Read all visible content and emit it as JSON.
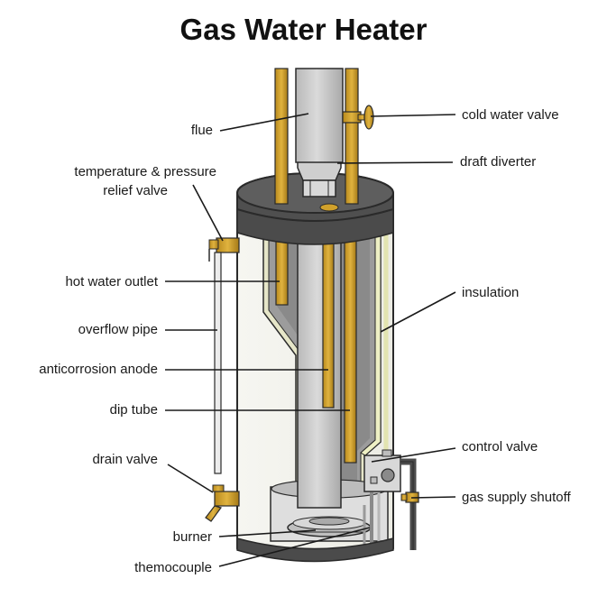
{
  "title": "Gas Water Heater",
  "labels": {
    "flue": "flue",
    "tpr_line1": "temperature & pressure",
    "tpr_line2": "relief valve",
    "hot_water_outlet": "hot water outlet",
    "overflow_pipe": "overflow pipe",
    "anticorrosion_anode": "anticorrosion anode",
    "dip_tube": "dip tube",
    "drain_valve": "drain valve",
    "burner": "burner",
    "thermocouple": "themocouple",
    "cold_water_valve": "cold water valve",
    "draft_diverter": "draft diverter",
    "insulation": "insulation",
    "control_valve": "control valve",
    "gas_supply_shutoff": "gas supply shutoff"
  },
  "colors": {
    "pipe_brass": "#d1a12b",
    "pipe_brass_dark": "#9a7418",
    "tank_dark": "#4b4b4b",
    "tank_mid": "#8a8a8a",
    "tank_light": "#b7b7b7",
    "shell": "#f4f4ee",
    "insulation": "#eef0c4",
    "flue_gray": "#c9c9c9",
    "outline": "#2a2a2a"
  }
}
